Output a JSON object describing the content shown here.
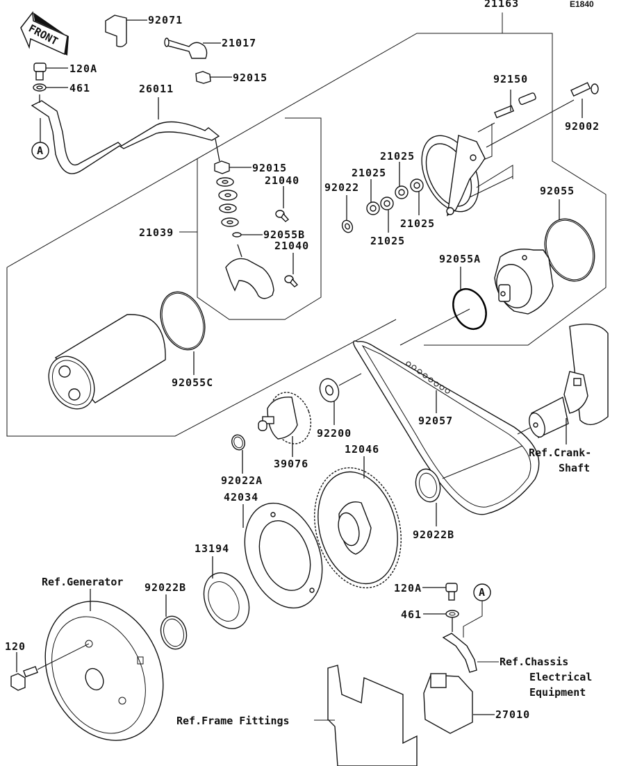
{
  "diagram": {
    "code": "E1840",
    "front_label": "FRONT",
    "callout_A": "A",
    "parts": {
      "p92071": "92071",
      "p21017": "21017",
      "p92015_top": "92015",
      "p120A_top": "120A",
      "p461_top": "461",
      "p26011": "26011",
      "p92015": "92015",
      "p21040_a": "21040",
      "p21040_b": "21040",
      "p92055B": "92055B",
      "p21039": "21039",
      "p21163": "21163",
      "p92150": "92150",
      "p92002": "92002",
      "p21025_a": "21025",
      "p21025_b": "21025",
      "p21025_c": "21025",
      "p21025_d": "21025",
      "p92022": "92022",
      "p92055": "92055",
      "p92055A": "92055A",
      "p92055C": "92055C",
      "p92200": "92200",
      "p92057": "92057",
      "p39076": "39076",
      "p92022A": "92022A",
      "p12046": "12046",
      "p42034": "42034",
      "p92022B_right": "92022B",
      "p13194": "13194",
      "p92022B_left": "92022B",
      "p120": "120",
      "p120A_bottom": "120A",
      "p461_bottom": "461",
      "p27010": "27010"
    },
    "refs": {
      "crankshaft_1": "Ref.Crank-",
      "crankshaft_2": "Shaft",
      "generator": "Ref.Generator",
      "chassis_1": "Ref.Chassis",
      "chassis_2": "Electrical",
      "chassis_3": "Equipment",
      "frame": "Ref.Frame Fittings"
    }
  }
}
